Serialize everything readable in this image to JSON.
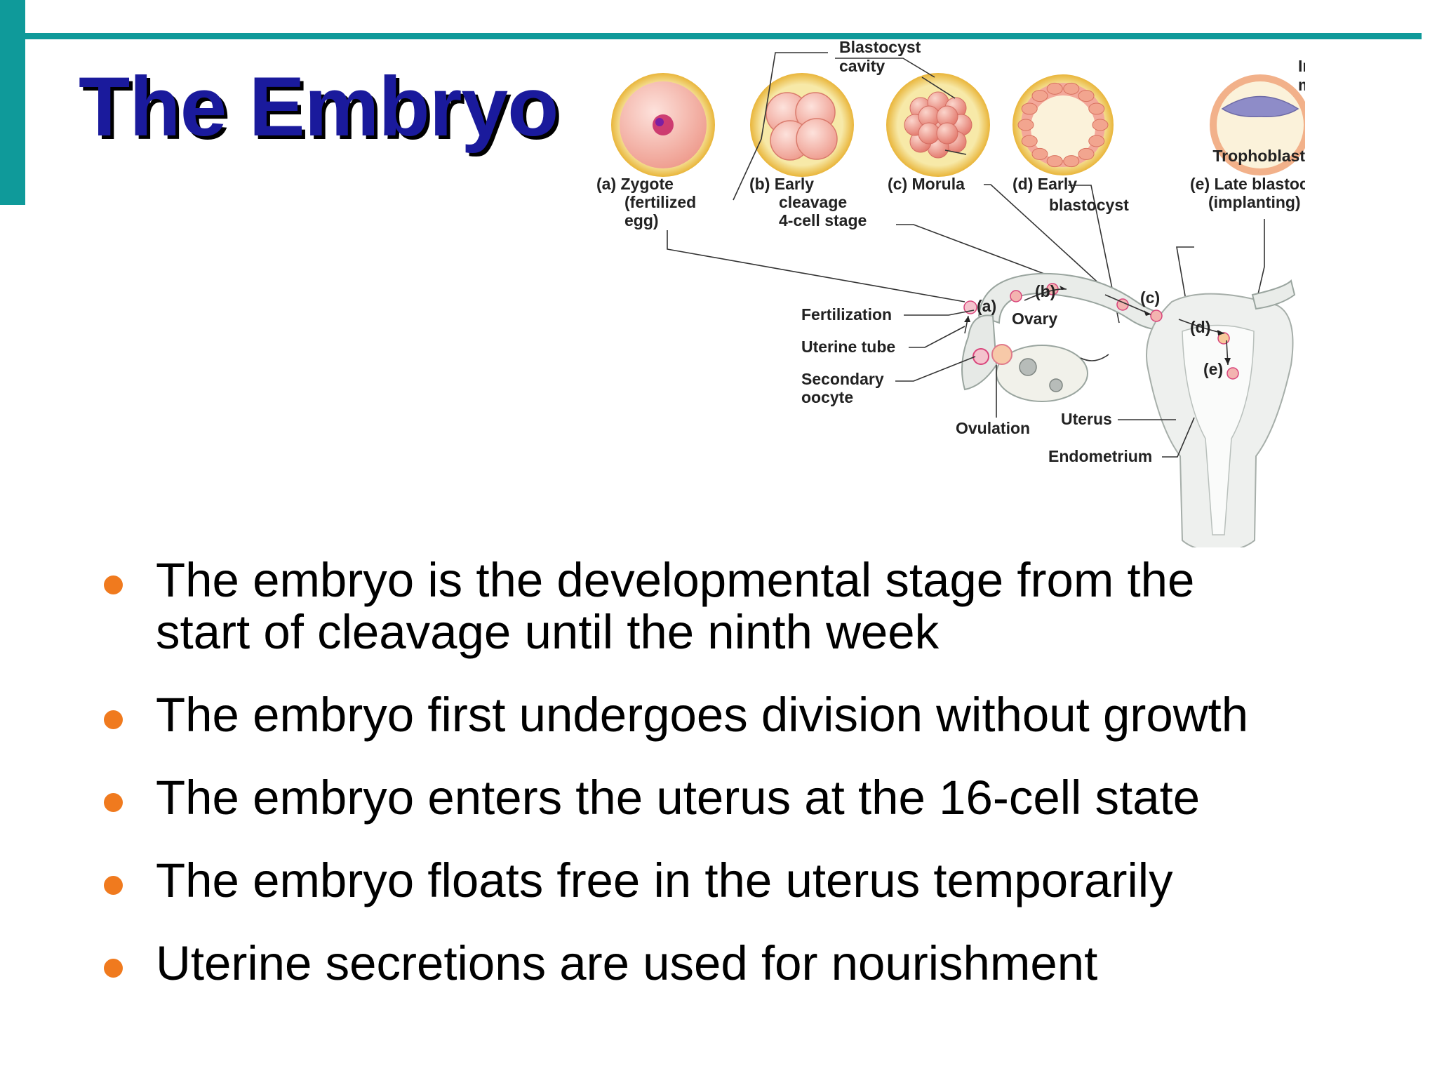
{
  "slide": {
    "title": "The Embryo",
    "accent_color": "#0f9a9a",
    "title_color": "#1a1a9c",
    "bullet_color": "#f07a1e"
  },
  "diagram": {
    "labels": {
      "stage_a_line1": "(a) Zygote",
      "stage_a_line2": "(fertilized",
      "stage_a_line3": "egg)",
      "stage_b_line1": "(b) Early",
      "stage_b_line2": "cleavage",
      "stage_b_line3": "4-cell stage",
      "stage_c": "(c) Morula",
      "stage_d_line1": "(d) Early",
      "stage_d_line2": "blastocyst",
      "stage_e_line1": "(e) Late blastocyst",
      "stage_e_line2": "(implanting)",
      "blastocyst_cavity_line1": "Blastocyst",
      "blastocyst_cavity_line2": "cavity",
      "inner_cell_mass_line1": "Inner cell",
      "inner_cell_mass_line2": "mass",
      "trophoblast": "Trophoblast",
      "fertilization": "Fertilization",
      "uterine_tube": "Uterine tube",
      "secondary_oocyte_line1": "Secondary",
      "secondary_oocyte_line2": "oocyte",
      "ovulation": "Ovulation",
      "ovary": "Ovary",
      "uterus": "Uterus",
      "endometrium": "Endometrium",
      "marker_a": "(a)",
      "marker_b": "(b)",
      "marker_c": "(c)",
      "marker_d": "(d)",
      "marker_e": "(e)"
    }
  },
  "bullets": [
    {
      "line1": "The embryo is the developmental stage from the",
      "line2": "start of cleavage until the ninth week"
    },
    {
      "line1": "The embryo first undergoes division without growth",
      "line2": ""
    },
    {
      "line1": "The embryo enters the uterus at the 16-cell state",
      "line2": ""
    },
    {
      "line1": "The embryo floats free in the uterus temporarily",
      "line2": ""
    },
    {
      "line1": "Uterine secretions are used for nourishment",
      "line2": ""
    }
  ]
}
